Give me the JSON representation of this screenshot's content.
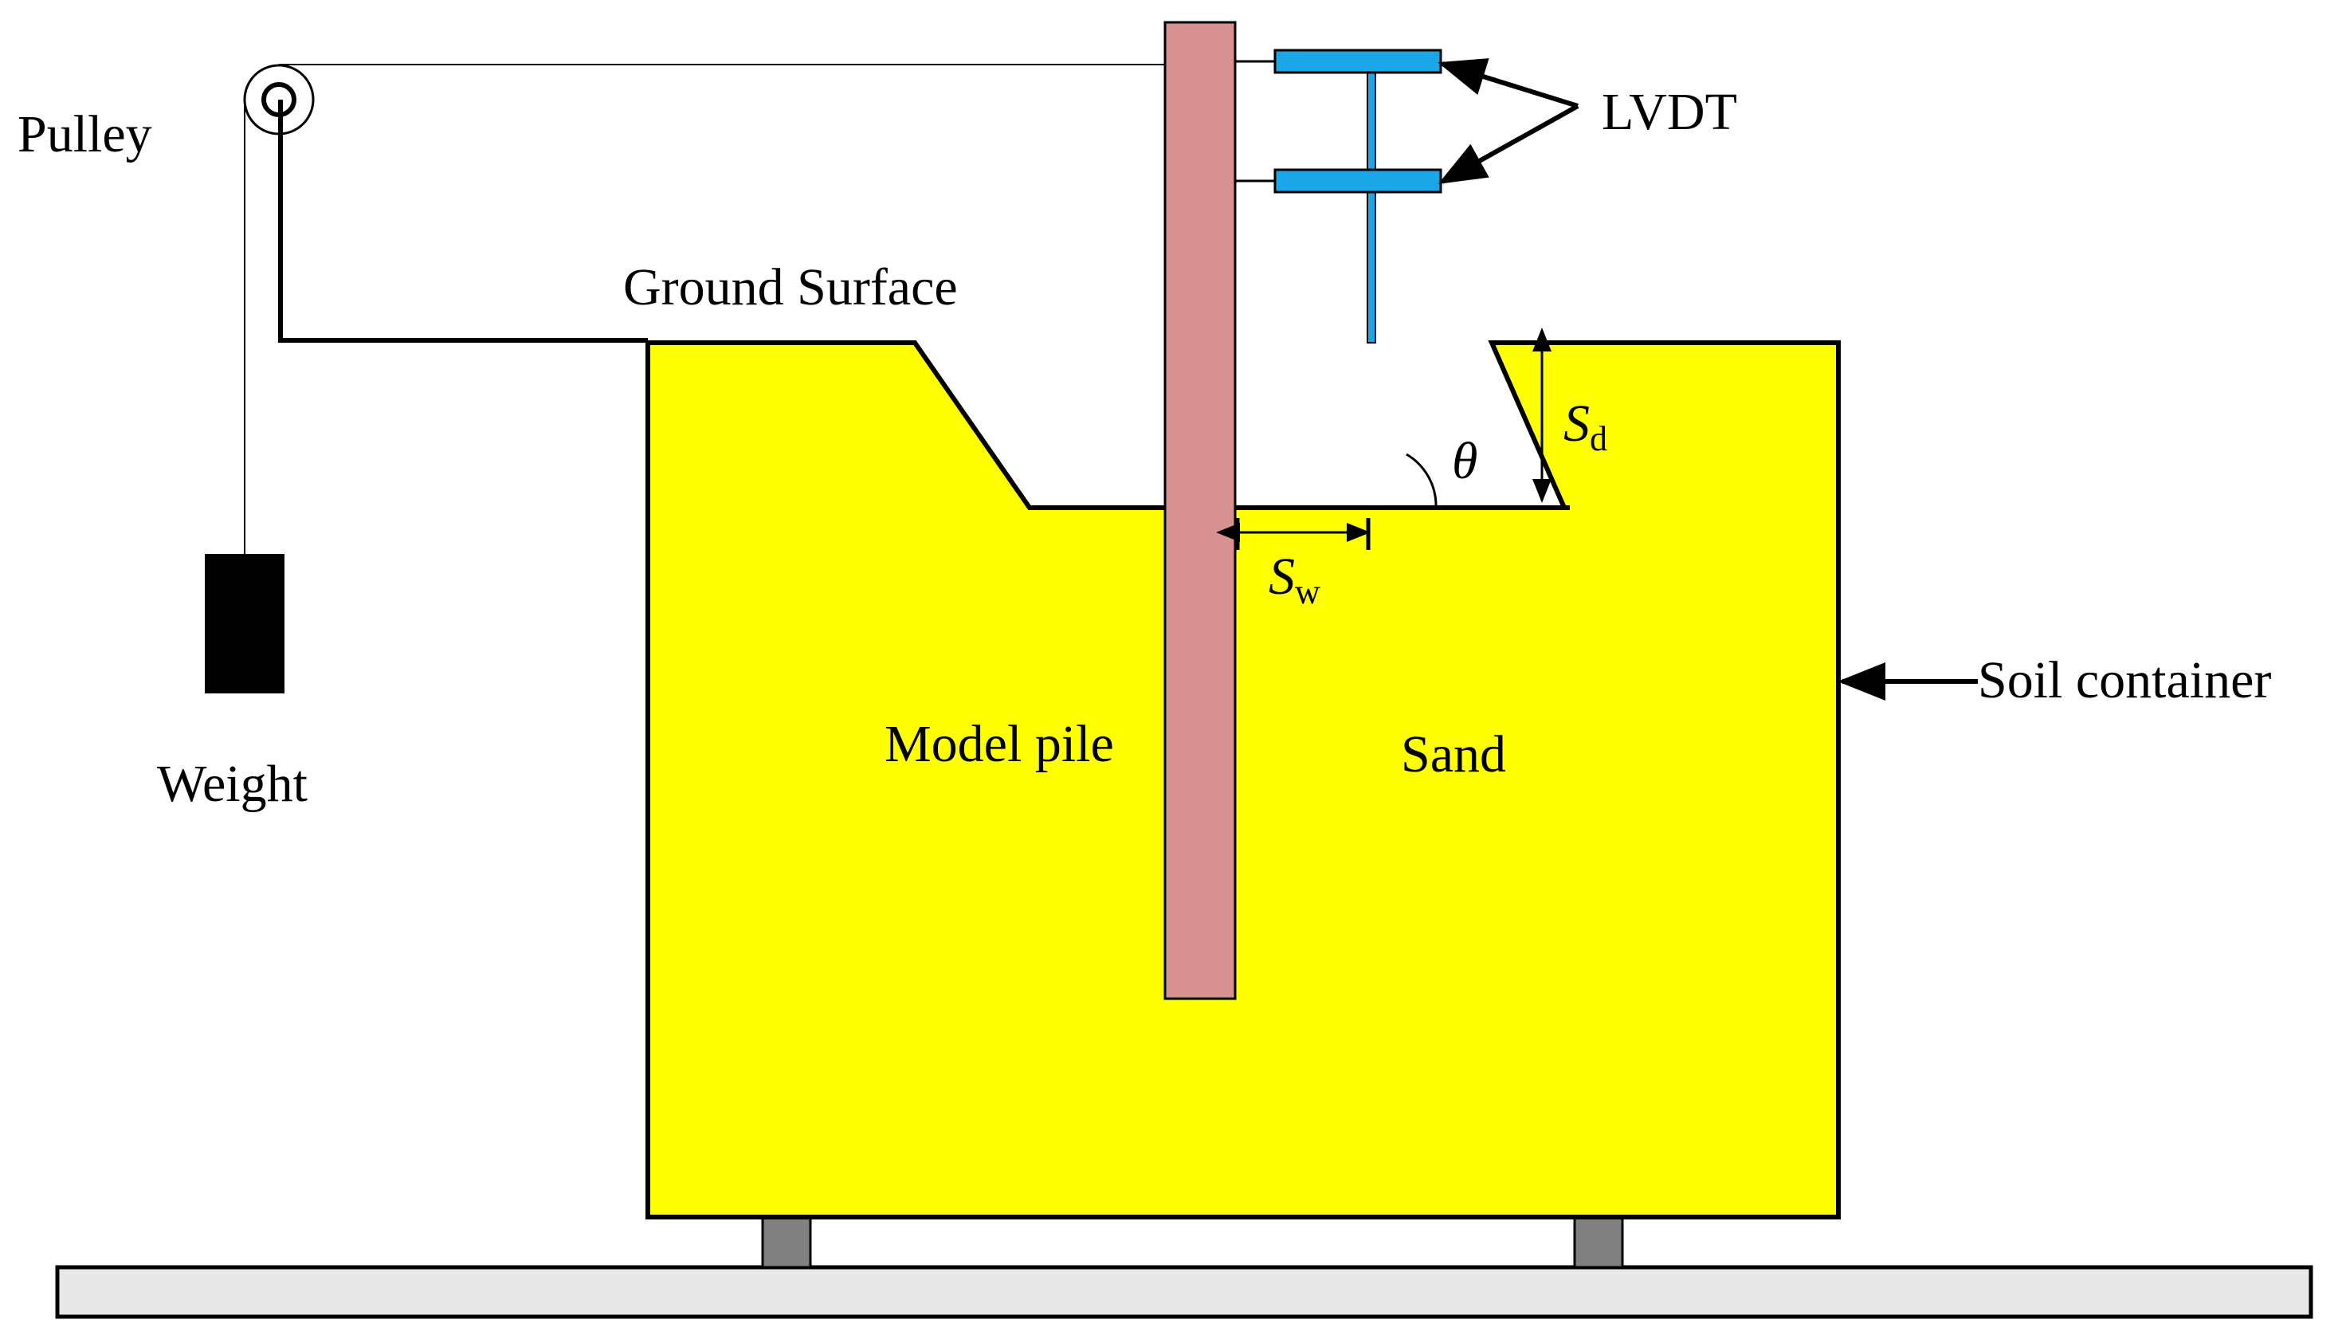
{
  "labels": {
    "pulley": "Pulley",
    "weight": "Weight",
    "ground_surface": "Ground Surface",
    "lvdt": "LVDT",
    "model_pile": "Model pile",
    "sand": "Sand",
    "soil_container": "Soil container",
    "theta": "θ",
    "sd_main": "S",
    "sd_sub": "d",
    "sw_main": "S",
    "sw_sub": "w"
  },
  "colors": {
    "sand": "#ffff00",
    "pile": "#d69190",
    "lvdt": "#1aa7e8",
    "support": "#808080",
    "base": "#e8e8e8",
    "weight": "#000000",
    "line": "#000000"
  },
  "icons": {
    "pulley": "pulley-icon",
    "weight": "weight-block",
    "arrow": "arrow-head"
  }
}
